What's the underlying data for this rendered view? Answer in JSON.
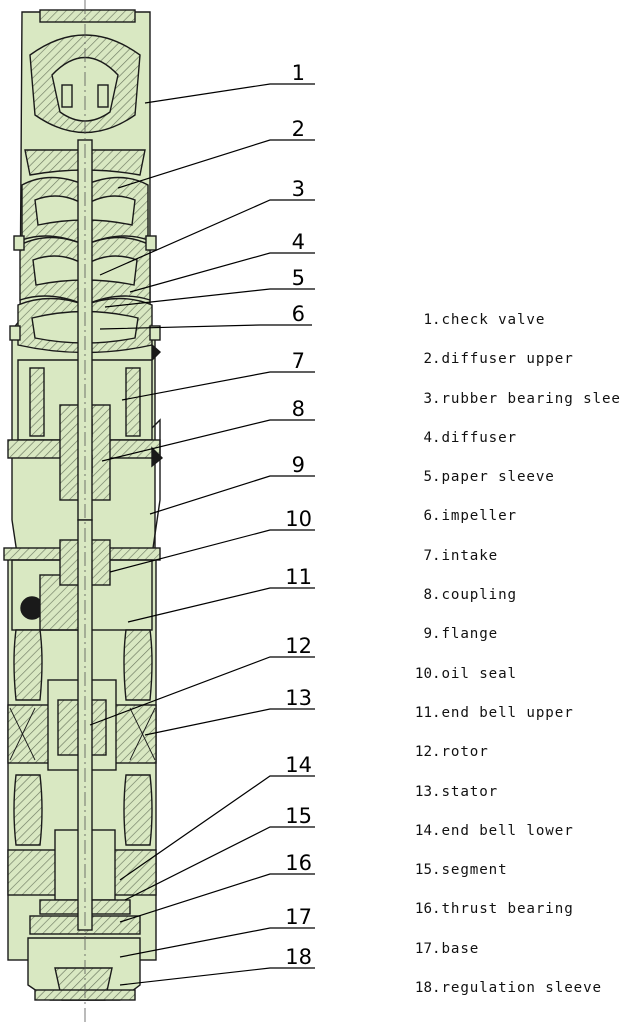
{
  "callouts": [
    {
      "number": "1",
      "name": "check valve"
    },
    {
      "number": "2",
      "name": "diffuser upper"
    },
    {
      "number": "3",
      "name": "rubber bearing slee"
    },
    {
      "number": "4",
      "name": "diffuser"
    },
    {
      "number": "5",
      "name": "paper sleeve"
    },
    {
      "number": "6",
      "name": "impeller"
    },
    {
      "number": "7",
      "name": "intake"
    },
    {
      "number": "8",
      "name": "coupling"
    },
    {
      "number": "9",
      "name": "flange"
    },
    {
      "number": "10",
      "name": "oil seal"
    },
    {
      "number": "11",
      "name": "end bell upper"
    },
    {
      "number": "12",
      "name": "rotor"
    },
    {
      "number": "13",
      "name": "stator"
    },
    {
      "number": "14",
      "name": "end bell lower"
    },
    {
      "number": "15",
      "name": "segment"
    },
    {
      "number": "16",
      "name": "thrust bearing"
    },
    {
      "number": "17",
      "name": "base"
    },
    {
      "number": "18",
      "name": "regulation sleeve"
    }
  ],
  "colors": {
    "body_fill": "#d9e8c2",
    "hatch": "#6d7a62",
    "line": "#1a1a1a",
    "center_line": "#555555"
  }
}
